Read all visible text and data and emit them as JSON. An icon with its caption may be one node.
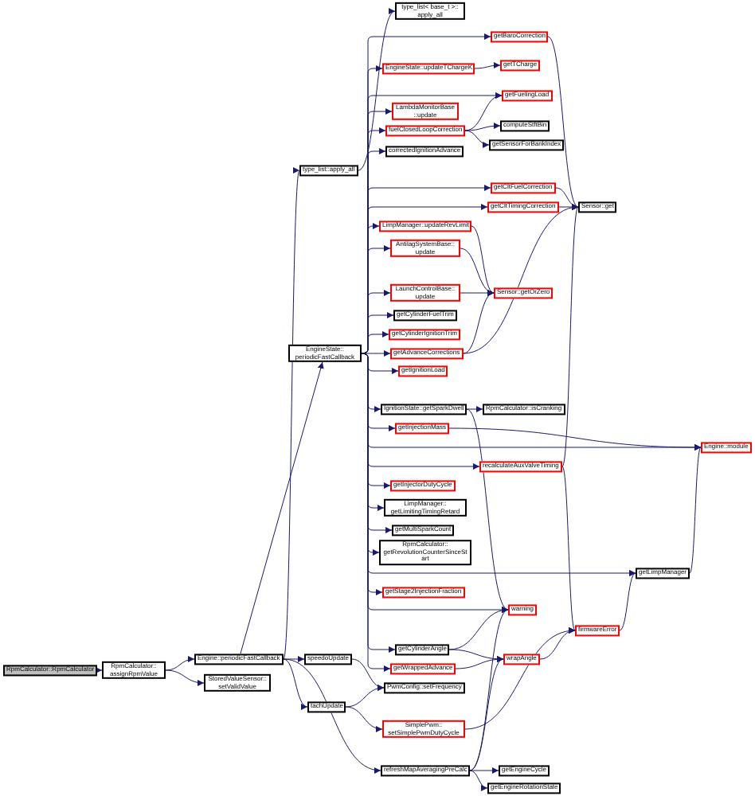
{
  "diagram": {
    "nodes": [
      {
        "text": [
          "RpmCalculator::RpmCalculator"
        ]
      },
      {
        "text": [
          "RpmCalculator::assignRpmValue"
        ]
      },
      {
        "text": [
          "Engine::periodicFastCallback"
        ]
      },
      {
        "text": [
          "StoredValueSensor::setValidValue"
        ]
      },
      {
        "text": [
          "type_list< base_t >::apply_all"
        ]
      },
      {
        "text": [
          "type_list::apply_all"
        ]
      },
      {
        "text": [
          "EngineState::periodicFastCallback"
        ]
      },
      {
        "text": [
          "speedoUpdate"
        ]
      },
      {
        "text": [
          "tachUpdate"
        ]
      },
      {
        "text": [
          "getBaroCorrection"
        ]
      },
      {
        "text": [
          "EngineState::updateTChargeK"
        ]
      },
      {
        "text": [
          "getTCharge"
        ]
      },
      {
        "text": [
          "LambdaMonitorBase::update"
        ]
      },
      {
        "text": [
          "getFuelingLoad"
        ]
      },
      {
        "text": [
          "fuelClosedLoopCorrection"
        ]
      },
      {
        "text": [
          "computeStftBin"
        ]
      },
      {
        "text": [
          "getSensorForBankIndex"
        ]
      },
      {
        "text": [
          "correctedIgnitionAdvance"
        ]
      },
      {
        "text": [
          "getCltFuelCorrection"
        ]
      },
      {
        "text": [
          "Sensor::get"
        ]
      },
      {
        "text": [
          "getCltTimingCorrection"
        ]
      },
      {
        "text": [
          "LimpManager::updateRevLimit"
        ]
      },
      {
        "text": [
          "AntilagSystemBase::update"
        ]
      },
      {
        "text": [
          "LaunchControlBase::update"
        ]
      },
      {
        "text": [
          "Sensor::getOrZero"
        ]
      },
      {
        "text": [
          "getCylinderFuelTrim"
        ]
      },
      {
        "text": [
          "getCylinderIgnitionTrim"
        ]
      },
      {
        "text": [
          "getAdvanceCorrections"
        ]
      },
      {
        "text": [
          "getIgnitionLoad"
        ]
      },
      {
        "text": [
          "IgnitionState::getSparkDwell"
        ]
      },
      {
        "text": [
          "RpmCalculator::isCranking"
        ]
      },
      {
        "text": [
          "getInjectionMass"
        ]
      },
      {
        "text": [
          "Engine::module"
        ]
      },
      {
        "text": [
          "recalculateAuxValveTiming"
        ]
      },
      {
        "text": [
          "getInjectorDutyCycle"
        ]
      },
      {
        "text": [
          "LimpManager::getLimitingTimingRetard"
        ]
      },
      {
        "text": [
          "getMultiSparkCount"
        ]
      },
      {
        "text": [
          "RpmCalculator::getRevolutionCounterSinceStart"
        ]
      },
      {
        "text": [
          "getLimpManager"
        ]
      },
      {
        "text": [
          "getStage2InjectionFraction"
        ]
      },
      {
        "text": [
          "warning"
        ]
      },
      {
        "text": [
          "firmwareError"
        ]
      },
      {
        "text": [
          "getCylinderAngle"
        ]
      },
      {
        "text": [
          "wrapAngle"
        ]
      },
      {
        "text": [
          "getWrappedAdvance"
        ]
      },
      {
        "text": [
          "PwmConfig::setFrequency"
        ]
      },
      {
        "text": [
          "SimplePwm::setSimplePwmDutyCycle"
        ]
      },
      {
        "text": [
          "refreshMapAveragingPreCalc"
        ]
      },
      {
        "text": [
          "getEngineCycle"
        ]
      },
      {
        "text": [
          "getEngineRotationState"
        ]
      }
    ],
    "edges": [
      {
        "from": 0,
        "to": 1,
        "arrow": "to"
      },
      {
        "from": 1,
        "to": 2,
        "arrow": "to"
      },
      {
        "from": 1,
        "to": 3,
        "arrow": "to"
      },
      {
        "from": 2,
        "to": 7,
        "arrow": "to"
      },
      {
        "from": 2,
        "to": 8,
        "arrow": "to"
      },
      {
        "from": 2,
        "to": 6,
        "arrow": "to"
      },
      {
        "from": 2,
        "to": 5,
        "arrow": "to"
      },
      {
        "from": 5,
        "to": 4,
        "arrow": "to"
      },
      {
        "from": 2,
        "to": 47,
        "arrow": "to"
      },
      {
        "from": 6,
        "to": 9,
        "arrow": "to"
      },
      {
        "from": 6,
        "to": 10,
        "arrow": "to"
      },
      {
        "from": 6,
        "to": 13,
        "arrow": "to"
      },
      {
        "from": 6,
        "to": 12,
        "arrow": "to"
      },
      {
        "from": 6,
        "to": 14,
        "arrow": "to"
      },
      {
        "from": 6,
        "to": 17,
        "arrow": "to"
      },
      {
        "from": 6,
        "to": 18,
        "arrow": "to"
      },
      {
        "from": 6,
        "to": 20,
        "arrow": "to"
      },
      {
        "from": 6,
        "to": 21,
        "arrow": "to"
      },
      {
        "from": 6,
        "to": 22,
        "arrow": "to"
      },
      {
        "from": 6,
        "to": 23,
        "arrow": "to"
      },
      {
        "from": 6,
        "to": 25,
        "arrow": "to"
      },
      {
        "from": 6,
        "to": 26,
        "arrow": "to"
      },
      {
        "from": 6,
        "to": 27,
        "arrow": "to"
      },
      {
        "from": 6,
        "to": 28,
        "arrow": "to"
      },
      {
        "from": 6,
        "to": 29,
        "arrow": "to"
      },
      {
        "from": 6,
        "to": 31,
        "arrow": "to"
      },
      {
        "from": 6,
        "to": 32,
        "arrow": "to"
      },
      {
        "from": 6,
        "to": 33,
        "arrow": "to"
      },
      {
        "from": 6,
        "to": 34,
        "arrow": "to"
      },
      {
        "from": 6,
        "to": 35,
        "arrow": "to"
      },
      {
        "from": 6,
        "to": 36,
        "arrow": "to"
      },
      {
        "from": 6,
        "to": 37,
        "arrow": "to"
      },
      {
        "from": 6,
        "to": 38,
        "arrow": "to"
      },
      {
        "from": 6,
        "to": 39,
        "arrow": "to"
      },
      {
        "from": 6,
        "to": 40,
        "arrow": "to"
      },
      {
        "from": 6,
        "to": 42,
        "arrow": "to"
      },
      {
        "from": 6,
        "to": 44,
        "arrow": "to"
      },
      {
        "from": 9,
        "to": 19,
        "arrow": "to"
      },
      {
        "from": 10,
        "to": 11,
        "arrow": "to"
      },
      {
        "from": 14,
        "to": 13,
        "arrow": "to"
      },
      {
        "from": 14,
        "to": 15,
        "arrow": "to"
      },
      {
        "from": 14,
        "to": 16,
        "arrow": "to"
      },
      {
        "from": 18,
        "to": 19,
        "arrow": "to"
      },
      {
        "from": 20,
        "to": 19,
        "arrow": "to"
      },
      {
        "from": 21,
        "to": 24,
        "arrow": "to"
      },
      {
        "from": 22,
        "to": 24,
        "arrow": "to"
      },
      {
        "from": 23,
        "to": 24,
        "arrow": "to"
      },
      {
        "from": 27,
        "to": 24,
        "arrow": "to"
      },
      {
        "from": 27,
        "to": 19,
        "arrow": "to"
      },
      {
        "from": 29,
        "to": 30,
        "arrow": "to"
      },
      {
        "from": 29,
        "to": 40,
        "arrow": "to"
      },
      {
        "from": 31,
        "to": 32,
        "arrow": "to"
      },
      {
        "from": 33,
        "to": 41,
        "arrow": "to"
      },
      {
        "from": 33,
        "to": 19,
        "arrow": "to"
      },
      {
        "from": 42,
        "to": 40,
        "arrow": "to"
      },
      {
        "from": 42,
        "to": 43,
        "arrow": "to"
      },
      {
        "from": 44,
        "to": 43,
        "arrow": "to"
      },
      {
        "from": 43,
        "to": 41,
        "arrow": "to"
      },
      {
        "from": 41,
        "to": 38,
        "arrow": "to"
      },
      {
        "from": 38,
        "to": 32,
        "arrow": "to"
      },
      {
        "from": 46,
        "to": 41,
        "arrow": "to"
      },
      {
        "from": 7,
        "to": 45,
        "arrow": "to"
      },
      {
        "from": 8,
        "to": 45,
        "arrow": "to"
      },
      {
        "from": 8,
        "to": 46,
        "arrow": "to"
      },
      {
        "from": 47,
        "to": 48,
        "arrow": "to"
      },
      {
        "from": 47,
        "to": 49,
        "arrow": "to"
      },
      {
        "from": 47,
        "to": 40,
        "arrow": "to"
      },
      {
        "from": 47,
        "to": 43,
        "arrow": "to"
      }
    ]
  }
}
